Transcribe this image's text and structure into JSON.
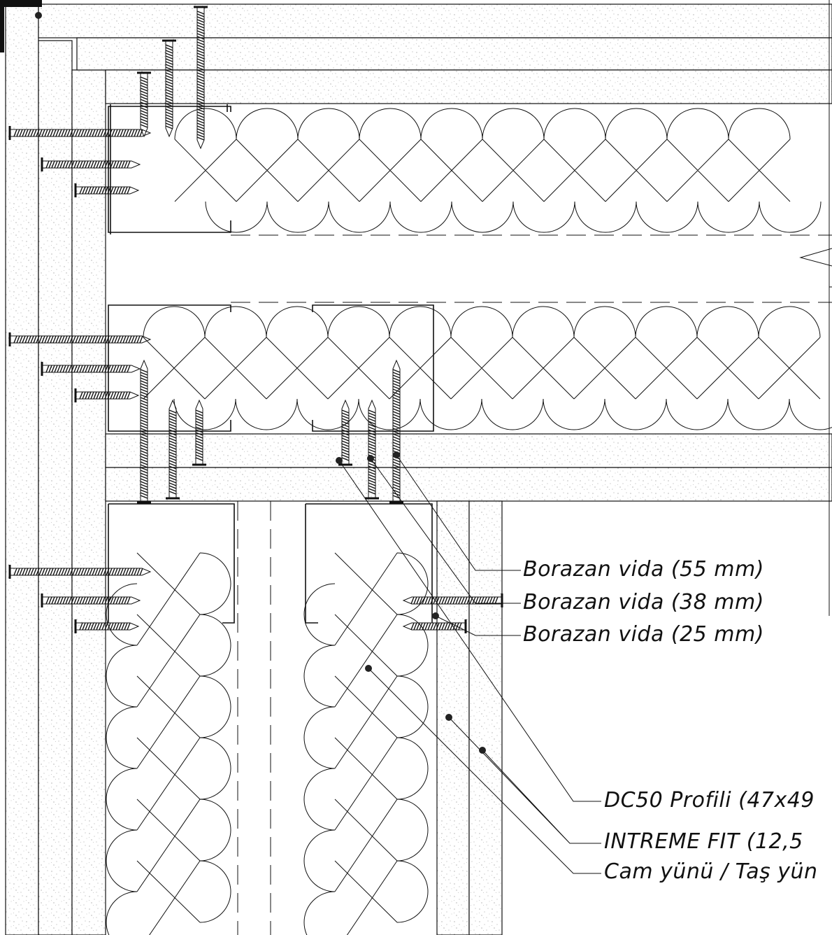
{
  "labels": {
    "screw_55": "Borazan vida (55 mm)",
    "screw_38": "Borazan vida (38 mm)",
    "screw_25": "Borazan vida (25 mm)",
    "profile": "DC50 Profili (47x49",
    "board": "INTREME FIT (12,5",
    "insulation": "Cam yünü / Taş yün"
  },
  "colors": {
    "line": "#111111",
    "board_fill": "#ffffff",
    "speckle": "#9a9a9a"
  }
}
